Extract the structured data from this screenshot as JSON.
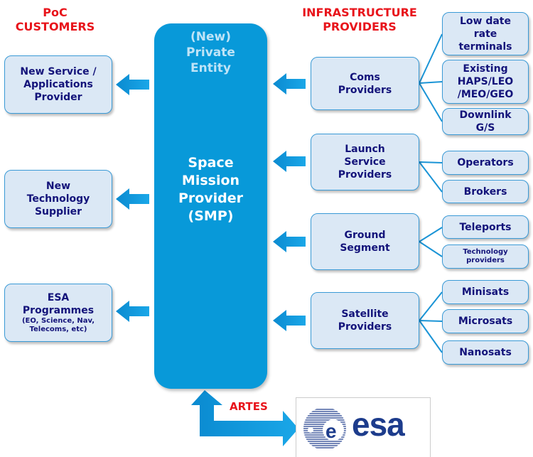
{
  "customers_title": [
    "PoC",
    "CUSTOMERS"
  ],
  "providers_title": [
    "INFRASTRUCTURE",
    "PROVIDERS"
  ],
  "center": {
    "sub": [
      "(New)",
      "Private",
      "Entity"
    ],
    "main": [
      "Space",
      "Mission",
      "Provider",
      "(SMP)"
    ]
  },
  "customers": [
    {
      "lines": [
        "New Service /",
        "Applications",
        "Provider"
      ]
    },
    {
      "lines": [
        "New",
        "Technology",
        "Supplier"
      ]
    },
    {
      "lines": [
        "ESA",
        "Programmes"
      ],
      "note": [
        "(EO, Science, Nav,",
        "Telecoms, etc)"
      ]
    }
  ],
  "providers": [
    {
      "lines": [
        "Coms",
        "Providers"
      ],
      "children": [
        [
          "Low date",
          "rate",
          "terminals"
        ],
        [
          "Existing",
          "HAPS/LEO",
          "/MEO/GEO"
        ],
        [
          "Downlink",
          "G/S"
        ]
      ]
    },
    {
      "lines": [
        "Launch",
        "Service",
        "Providers"
      ],
      "children": [
        [
          "Operators"
        ],
        [
          "Brokers"
        ]
      ]
    },
    {
      "lines": [
        "Ground",
        "Segment"
      ],
      "children": [
        [
          "Teleports"
        ],
        [
          "Technology",
          "providers"
        ]
      ]
    },
    {
      "lines": [
        "Satellite",
        "Providers"
      ],
      "children": [
        [
          "Minisats"
        ],
        [
          "Microsats"
        ],
        [
          "Nanosats"
        ]
      ]
    }
  ],
  "artes_label": "ARTES",
  "esa_logo": "esa",
  "colors": {
    "accent": "#0899d9",
    "title": "#e8141b",
    "text": "#13137a"
  }
}
